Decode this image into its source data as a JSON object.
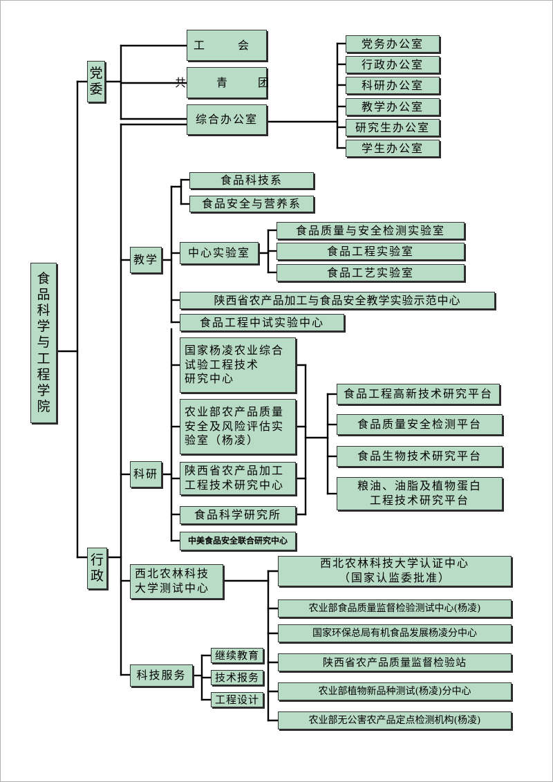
{
  "root": "食品科学与工程学院",
  "colors": {
    "box_fill": "#b9dcc6",
    "line": "#000000"
  },
  "party": {
    "label": "党委",
    "union": "工　会",
    "youth": "共　青　团",
    "office": "综合办公室",
    "sub_offices": [
      "党务办公室",
      "行政办公室",
      "科研办公室",
      "教学办公室",
      "研究生办公室",
      "学生办公室"
    ]
  },
  "admin": {
    "label": "行政",
    "teaching": {
      "label": "教学",
      "dept_tech": "食品科技系",
      "dept_safety": "食品安全与营养系",
      "center_lab": "中心实验室",
      "labs": [
        "食品质量与安全检测实验室",
        "食品工程实验室",
        "食品工艺实验室"
      ],
      "demo_center": "陕西省农产品加工与食品安全教学实验示范中心",
      "pilot_center": "食品工程中试实验中心"
    },
    "research": {
      "label": "科研",
      "national_center": "国家杨凌农业综合\n试验工程技术\n研究中心",
      "moa_lab": "农业部农产品质量\n安全及风险评估实\n验室（杨凌）",
      "shaanxi_center": "陕西省农产品加工\n工程技术研究中心",
      "institute": "食品科学研究所",
      "sino_us": "中美食品安全联合研究中心",
      "platforms": [
        "食品工程高新技术研究平台",
        "食品质量安全检测平台",
        "食品生物技术研究平台",
        "粮油、油脂及植物蛋白\n工程技术研究平台"
      ]
    },
    "testing_center": "西北农林科技\n大学测试中心",
    "services": {
      "label": "科技服务",
      "items": [
        "继续教育",
        "技术报务",
        "工程设计"
      ]
    },
    "agencies": [
      "西北农林科技大学认证中心\n（国家认监委批准）",
      "农业部食品质量监督检验测试中心(杨凌)",
      "国家环保总局有机食品发展杨凌分中心",
      "陕西省农产品质量监督检验站",
      "农业部植物新品种测试(杨凌)分中心",
      "农业部无公害农产品定点检测机构(杨凌)"
    ]
  }
}
